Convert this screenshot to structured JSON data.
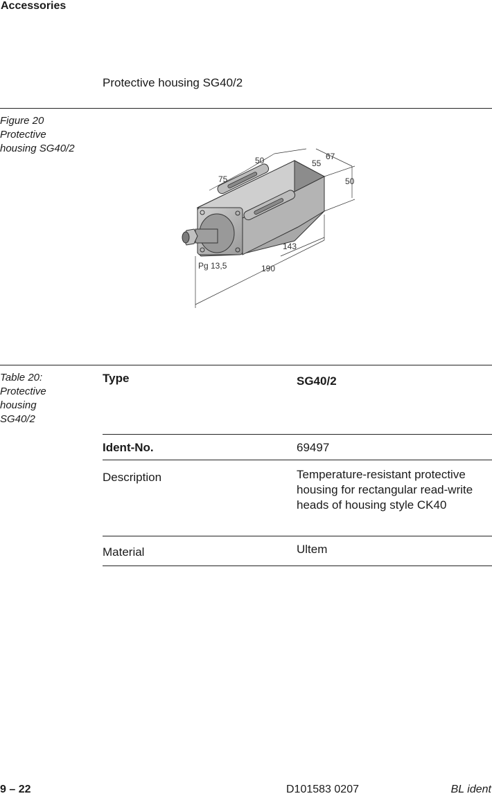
{
  "header": {
    "title": "Accessories"
  },
  "section": {
    "heading": "Protective housing SG40/2"
  },
  "figure": {
    "caption_lines": [
      "Figure 20",
      "Protective",
      "housing SG40/2"
    ],
    "dimensions": {
      "d75": "75",
      "d50a": "50",
      "d55": "55",
      "d67": "67",
      "d50b": "50",
      "d143": "143",
      "d190": "190",
      "pg": "Pg 13,5"
    }
  },
  "table": {
    "caption_lines": [
      "Table 20:",
      "Protective",
      "housing",
      "SG40/2"
    ],
    "rows": [
      {
        "label": "Type",
        "value": "SG40/2"
      },
      {
        "label": "Ident-No.",
        "value": "69497"
      },
      {
        "label": "Description",
        "value": "Temperature-resistant protective housing for rectangular read-write heads of housing style CK40"
      },
      {
        "label": "Material",
        "value": "Ultem"
      }
    ]
  },
  "footer": {
    "page": "9 – 22",
    "doc_id": "D101583 0207",
    "product": "BL ident"
  }
}
